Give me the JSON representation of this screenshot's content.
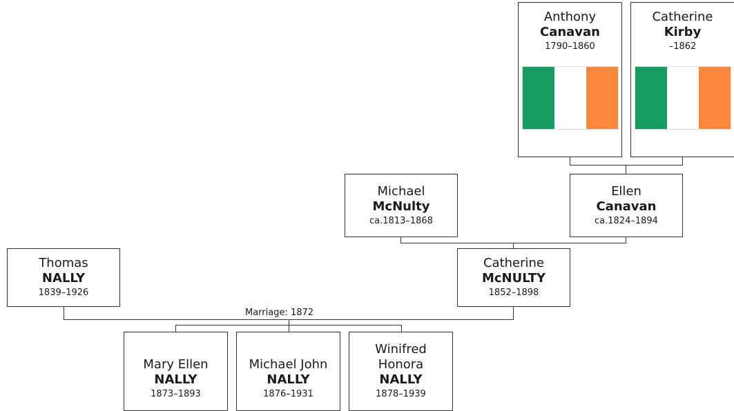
{
  "people": {
    "anthony": {
      "given": "Anthony",
      "surname": "Canavan",
      "dates": "1790–1860"
    },
    "catherine_kirby": {
      "given": "Catherine",
      "surname": "Kirby",
      "dates": "–1862"
    },
    "michael": {
      "given": "Michael",
      "surname": "McNulty",
      "dates": "ca.1813–1868"
    },
    "ellen": {
      "given": "Ellen",
      "surname": "Canavan",
      "dates": "ca.1824–1894"
    },
    "thomas": {
      "given": "Thomas",
      "surname": "NALLY",
      "dates": "1839–1926"
    },
    "catherine_mcnulty": {
      "given": "Catherine",
      "surname": "McNULTY",
      "dates": "1852–1898"
    },
    "mary_ellen": {
      "given": "Mary Ellen",
      "surname": "NALLY",
      "dates": "1873–1893"
    },
    "michael_john": {
      "given": "Michael John",
      "surname": "NALLY",
      "dates": "1876–1931"
    },
    "winifred": {
      "given": "Winifred",
      "given2": "Honora",
      "surname": "NALLY",
      "dates": "1878–1939"
    }
  },
  "marriage_label": "Marriage: 1872",
  "flag_colors": {
    "green": "#169b62",
    "white": "#ffffff",
    "orange": "#ff883e"
  }
}
